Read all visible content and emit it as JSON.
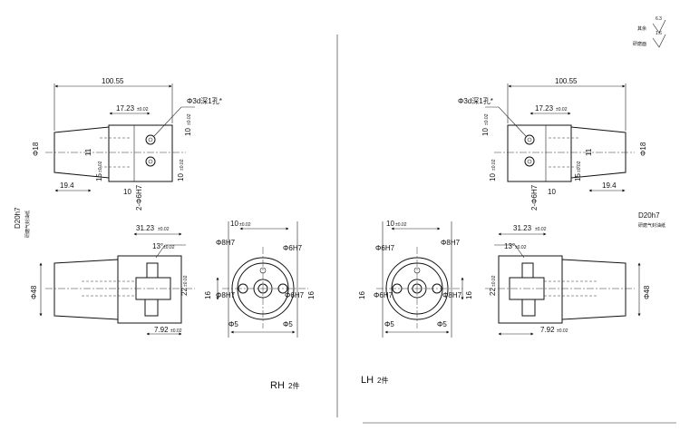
{
  "header": {
    "surface_mark_1_value": "6.3",
    "surface_mark_1_label": "其余",
    "surface_mark_2_value": "1.6",
    "surface_mark_2_label": "研磨面"
  },
  "rh": {
    "label": "RH",
    "qty": "2件",
    "top": {
      "overall_len": "100.55",
      "dim_17_23": "17.23",
      "tol_17_23": "±0.02",
      "hole_note": "Φ3d深1孔*",
      "dia_18": "Φ18",
      "dim_11": "11",
      "dim_10_v": "10",
      "tol_10_v": "±0.02",
      "dim_10_low": "10",
      "tol_10_low": "±0.02",
      "dim_15": "15",
      "tol_15": "±0.02",
      "dim_19_4": "19.4",
      "dim_10_bot": "10",
      "holes_6h7": "2-Φ6H7",
      "d20_label": "D20h7",
      "d20_note": "研磨气封油纸"
    },
    "front": {
      "dim_31_23": "31.23",
      "tol_31_23": "±0.02",
      "angle": "13°",
      "tol_angle": "±0.02",
      "dia_48": "Φ48",
      "dim_22": "22",
      "tol_22": "±0.02",
      "dim_7_92": "7.92",
      "tol_7_92": "±0.02"
    },
    "side": {
      "dim_10": "10",
      "tol_10": "±0.02",
      "h8h7": "Φ8H7",
      "h6h7_top": "Φ6H7",
      "h6h7_mid": "Φ6H7",
      "h8h7_mid": "Φ8H7",
      "dim_16_l": "16",
      "dim_16_r": "16",
      "d5_l": "Φ5",
      "d5_r": "Φ5"
    }
  },
  "lh": {
    "label": "LH",
    "qty": "2件",
    "top": {
      "overall_len": "100.55",
      "dim_17_23": "17.23",
      "tol_17_23": "±0.02",
      "hole_note": "Φ3d深1孔*",
      "dia_18": "Φ18",
      "dim_11": "11",
      "dim_10_v": "10",
      "tol_10_v": "±0.02",
      "dim_10_low": "10",
      "tol_10_low": "±0.02",
      "dim_15": "15",
      "tol_15": "±0.02",
      "dim_19_4": "19.4",
      "dim_10_bot": "10",
      "holes_6h7": "2-Φ6H7",
      "d20_label": "D20h7",
      "d20_note": "研磨气封油纸"
    },
    "front": {
      "dim_31_23": "31.23",
      "tol_31_23": "±0.02",
      "angle": "13°",
      "tol_angle": "±0.02",
      "dia_48": "Φ48",
      "dim_22": "22",
      "tol_22": "±0.02",
      "dim_7_92": "7.92",
      "tol_7_92": "±0.02"
    },
    "side": {
      "dim_10": "10",
      "tol_10": "±0.02",
      "h6h7_top": "Φ6H7",
      "h8h7_top": "Φ8H7",
      "h6h7_mid": "Φ6H7",
      "h8h7_mid": "Φ8H7",
      "dim_16_l": "16",
      "dim_16_r": "16",
      "d5_l": "Φ5",
      "d5_r": "Φ5"
    }
  }
}
